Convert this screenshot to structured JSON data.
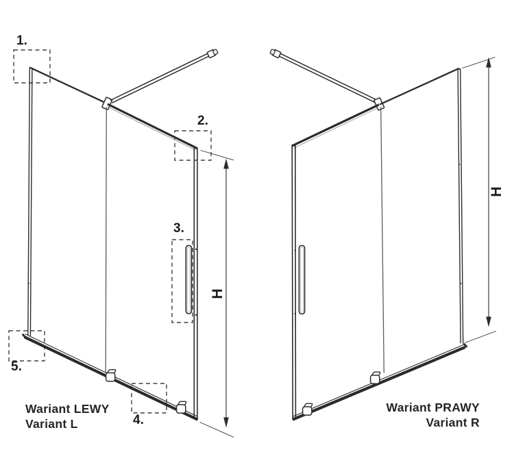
{
  "diagram": {
    "title_context": "shower door variants technical drawing",
    "callouts": [
      {
        "label": "1."
      },
      {
        "label": "2."
      },
      {
        "label": "3."
      },
      {
        "label": "4."
      },
      {
        "label": "5."
      }
    ],
    "left_variant": {
      "name_line1": "Wariant LEWY",
      "name_line2": "Variant L",
      "dimension_label": "H"
    },
    "right_variant": {
      "name_line1": "Wariant PRAWY",
      "name_line2": "Variant R",
      "dimension_label": "H"
    },
    "colors": {
      "background": "#ffffff",
      "line": "#2b2b2b",
      "thin_line": "#5a5a5a",
      "dashed_box": "#3f3f3f",
      "text": "#1d1d1d"
    }
  }
}
